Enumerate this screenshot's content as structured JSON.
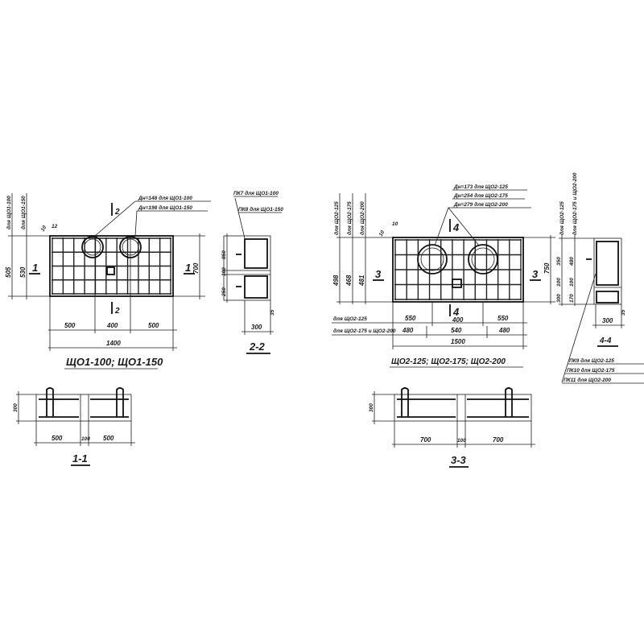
{
  "sheet_a": {
    "title": "ЩО1-100; ЩО1-150",
    "callout_d1": "Дн=148 для ЩО1-100",
    "callout_d2": "Дн=198 для ЩО1-150",
    "left_dim_labels": [
      "для ЩО1-100",
      "для ЩО1-150"
    ],
    "left_dims": [
      "505",
      "530"
    ],
    "height_dim": "700",
    "bottom_dims": [
      "500",
      "400",
      "500"
    ],
    "total_dim": "1400",
    "small_dims": [
      "10",
      "12"
    ],
    "section_mark_1": "1",
    "section_mark_2": "2",
    "section_2_2": {
      "title": "2-2",
      "callout_1": "ПК7 для ЩО1-100",
      "callout_2": "ПК8 для ЩО1-150",
      "dims": [
        "850",
        "100",
        "250"
      ],
      "width_dim": "300",
      "cover_dim": "35"
    },
    "section_1_1": {
      "title": "1-1",
      "height_dim": "300",
      "dims": [
        "500",
        "100",
        "500"
      ]
    }
  },
  "sheet_b": {
    "title": "ЩО2-125; ЩО2-175; ЩО2-200",
    "callout_d1": "Дн=173 для ЩО2-125",
    "callout_d2": "Дн=254 для ЩО2-175",
    "callout_d3": "Дн=279 для ЩО2-200",
    "left_dim_labels": [
      "для ЩО2-125",
      "для ЩО2-175",
      "для ЩО2-200"
    ],
    "left_dims": [
      "498",
      "468",
      "481"
    ],
    "height_dim": "750",
    "small_dims": [
      "10",
      "10"
    ],
    "section_mark_3": "3",
    "section_mark_4": "4",
    "row1_label": "для ЩО2-125",
    "row1_dims": [
      "550",
      "400",
      "550"
    ],
    "row2_label": "для ЩО2-175 и ЩО2-200",
    "row2_dims": [
      "480",
      "540",
      "480"
    ],
    "total_dim": "1500",
    "section_4_4": {
      "title": "4-4",
      "top_labels": [
        "для ЩО2-125",
        "для ЩО2-175 и ЩО2-200"
      ],
      "dims_a": [
        "350",
        "100",
        "300"
      ],
      "dims_b": [
        "480",
        "100",
        "170"
      ],
      "width_dim": "300",
      "cover_dim": "35",
      "callouts": [
        "ПК9 для ЩО2-125",
        "ПК10 для ЩО2-175",
        "ПК11 для ЩО2-200"
      ]
    },
    "section_3_3": {
      "title": "3-3",
      "height_dim": "300",
      "dims": [
        "700",
        "100",
        "700"
      ]
    }
  }
}
